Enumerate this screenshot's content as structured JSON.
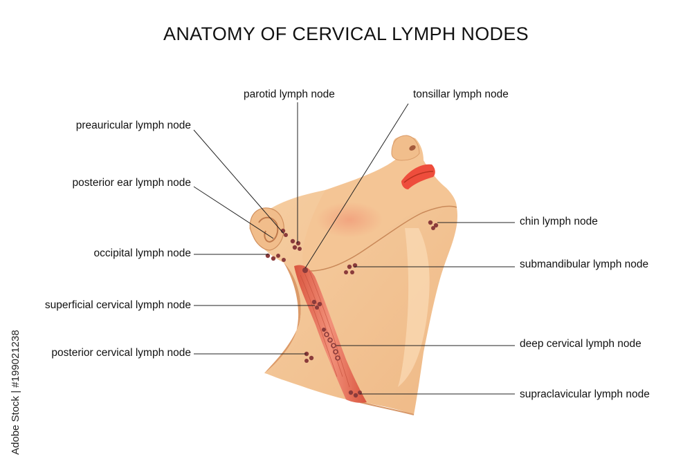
{
  "title": "ANATOMY OF CERVICAL LYMPH NODES",
  "labels": {
    "parotid": "parotid lymph node",
    "tonsillar": "tonsillar lymph node",
    "preauricular": "preauricular lymph node",
    "posterior_ear": "posterior ear lymph node",
    "occipital": "occipital lymph node",
    "superficial_cervical": "superficial cervical lymph node",
    "posterior_cervical": "posterior cervical lymph node",
    "chin": "chin lymph node",
    "submandibular": "submandibular lymph node",
    "deep_cervical": "deep cervical lymph node",
    "supraclavicular": "supraclavicular lymph node"
  },
  "stock_id": "Adobe Stock | #199021238",
  "colors": {
    "skin": "#f2c08f",
    "skin_shadow": "#e0a06e",
    "muscle": "#e0664f",
    "lips": "#ee4d3c",
    "node": "#8a3b3b"
  }
}
